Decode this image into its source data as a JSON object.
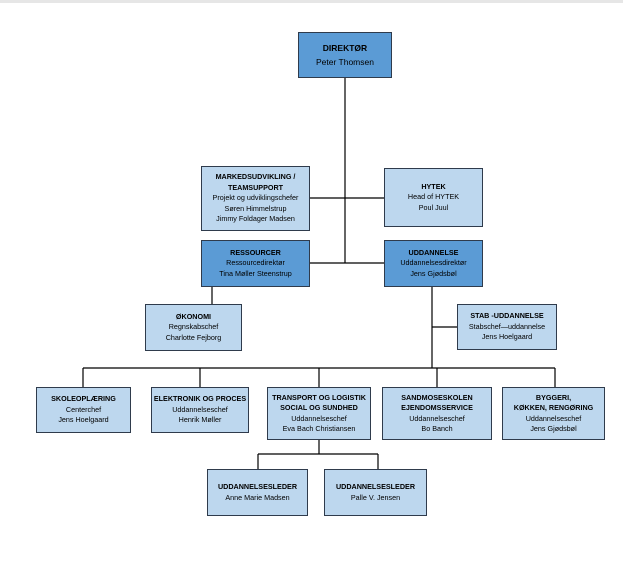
{
  "nodes": {
    "direktor": {
      "title": "DIREKTØR",
      "lines": [
        "Peter Thomsen"
      ]
    },
    "markedsudvikling": {
      "title": "MARKEDSUDVIKLING /",
      "title2": "TEAMSUPPORT",
      "lines": [
        "Projekt og udviklingschefer",
        "Søren Himmelstrup",
        "Jimmy Foldager Madsen"
      ]
    },
    "hytek": {
      "title": "HYTEK",
      "lines": [
        "Head of HYTEK",
        "Poul Juul"
      ]
    },
    "ressourcer": {
      "title": "RESSOURCER",
      "lines": [
        "Ressourcedirektør",
        "Tina Møller Steenstrup"
      ]
    },
    "uddannelse": {
      "title": "UDDANNELSE",
      "lines": [
        "Uddannelsesdirektør",
        "Jens Gjødsbøl"
      ]
    },
    "okonomi": {
      "title": "ØKONOMI",
      "lines": [
        "Regnskabschef",
        "Charlotte Fejborg"
      ]
    },
    "stab": {
      "title": "STAB -UDDANNELSE",
      "lines": [
        "Stabschef—uddannelse",
        "Jens Hoelgaard"
      ]
    },
    "skoleoplaering": {
      "title": "SKOLEOPLÆRING",
      "lines": [
        "Centerchef",
        "Jens Hoelgaard"
      ]
    },
    "elektronik": {
      "title": "ELEKTRONIK OG PROCES",
      "lines": [
        "Uddannelseschef",
        "Henrik Møller"
      ]
    },
    "transport": {
      "title": "TRANSPORT OG LOGISTIK",
      "title2": "SOCIAL OG SUNDHED",
      "lines": [
        "Uddannelseschef",
        "Eva Bach Christiansen"
      ]
    },
    "sandmoseskolen": {
      "title": "SANDMOSESKOLEN",
      "title2": "EJENDOMSSERVICE",
      "lines": [
        "Uddannelseschef",
        "Bo Banch"
      ]
    },
    "byggeri": {
      "title": "BYGGERI,",
      "title2": "KØKKEN, RENGØRING",
      "lines": [
        "Uddannelseschef",
        "Jens Gjødsbøl"
      ]
    },
    "leder1": {
      "title": "UDDANNELSESLEDER",
      "lines": [
        "Anne Marie Madsen"
      ]
    },
    "leder2": {
      "title": "UDDANNELSESLEDER",
      "lines": [
        "Palle V. Jensen"
      ]
    }
  },
  "colors": {
    "dark": "#5b9bd5",
    "light": "#bdd7ee",
    "border": "#2f3b4c",
    "line": "#000000"
  }
}
